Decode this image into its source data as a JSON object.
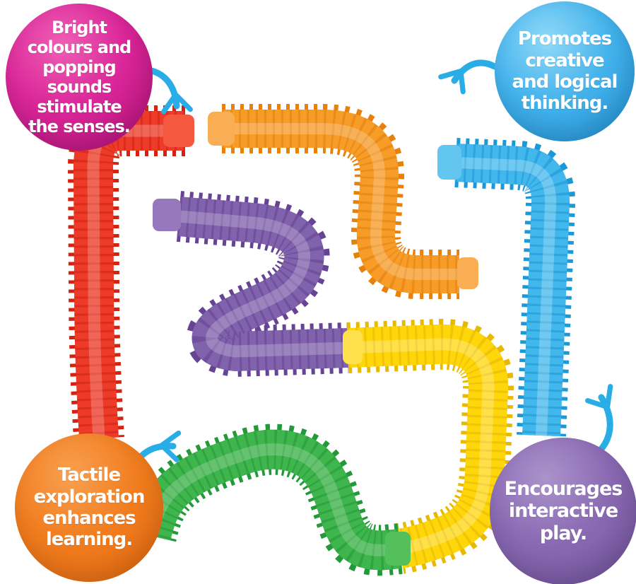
{
  "badges": {
    "top_left": {
      "text": "Bright\ncolours and\npopping\nsounds\nstimulate\nthe senses.",
      "color_inner": "#ef5fb4",
      "color_mid": "#da2699",
      "color_outer": "#ae1076",
      "text_color": "#ffffff"
    },
    "top_right": {
      "text": "Promotes\ncreative\nand logical\nthinking.",
      "color_inner": "#90d9f8",
      "color_mid": "#44b3ec",
      "color_outer": "#1e8fd5",
      "text_color": "#ffffff"
    },
    "bottom_left": {
      "text": "Tactile\nexploration\nenhances\nlearning.",
      "color_inner": "#f9a050",
      "color_mid": "#f17d1f",
      "color_outer": "#e4680e",
      "text_color": "#ffffff"
    },
    "bottom_right": {
      "text": "Encourages\ninteractive\nplay.",
      "color_inner": "#ab93cb",
      "color_mid": "#8a6ab3",
      "color_outer": "#6e509a",
      "text_color": "#ffffff"
    }
  },
  "tubes": {
    "red": {
      "color": "#ee3a28",
      "rib": "#d32310",
      "ridge": "#c21e0d",
      "cap": "#f4583f"
    },
    "orange": {
      "color": "#f89c28",
      "rib": "#e8800c",
      "ridge": "#db7a09",
      "cap": "#f9ae54"
    },
    "purple": {
      "color": "#8162ac",
      "rib": "#664394",
      "ridge": "#5d3c8d",
      "cap": "#9579bc"
    },
    "yellow": {
      "color": "#ffd60a",
      "rib": "#e7b900",
      "ridge": "#dcb100",
      "cap": "#ffe14d"
    },
    "green": {
      "color": "#3fb54d",
      "rib": "#23993a",
      "ridge": "#1e9134",
      "cap": "#53c05c"
    },
    "blue": {
      "color": "#41b7eb",
      "rib": "#1b99d6",
      "ridge": "#168fd0",
      "cap": "#63c6f0"
    }
  },
  "arrows": {
    "color": "#29ade6"
  }
}
